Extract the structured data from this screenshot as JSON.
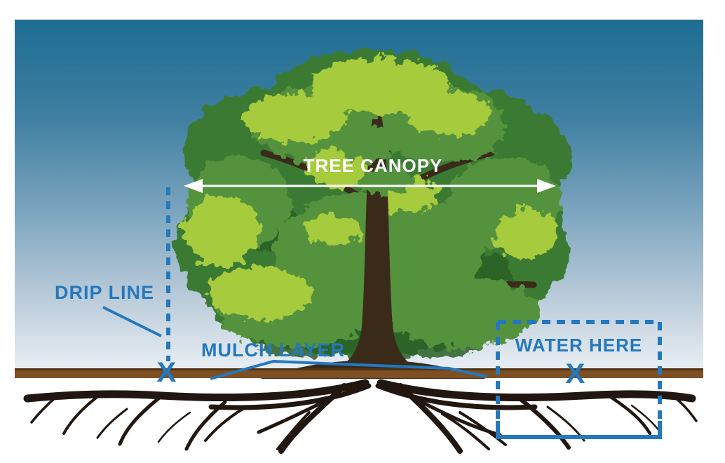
{
  "diagram": {
    "labels": {
      "tree_canopy": "TREE CANOPY",
      "drip_line": "DRIP LINE",
      "mulch_layer": "MULCH LAYER",
      "water_here": "WATER HERE"
    },
    "markers": {
      "drip_line_x": "X",
      "water_here_x": "X"
    },
    "colors": {
      "annotation_blue": "#2478be",
      "arrow_white": "#ffffff",
      "sky_top": "#1d6d93",
      "sky_mid": "#7ba5bf",
      "sky_bottom": "#e8eef4",
      "canopy_bright": "#a6cb3e",
      "canopy_mid": "#55923c",
      "canopy_dark": "#3a7a33",
      "canopy_shadow": "#2c5f28",
      "trunk_brown": "#3a2a19",
      "mulch_brown": "#7e4f23",
      "mulch_brown_dark": "#4e3315",
      "root_black": "#211710"
    }
  }
}
